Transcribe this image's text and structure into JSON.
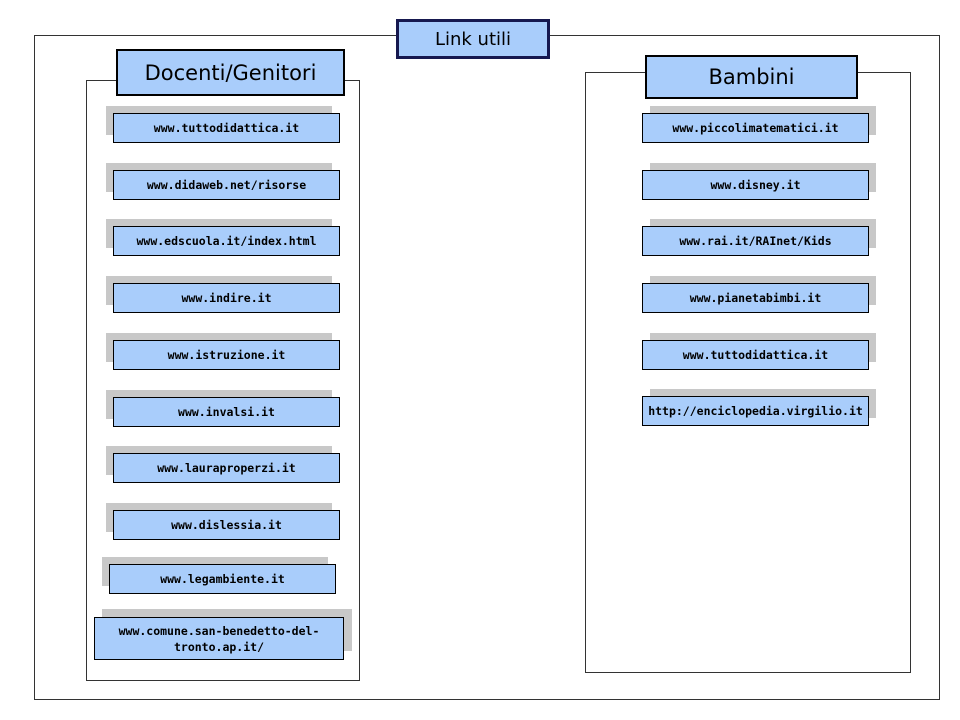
{
  "header": {
    "title": "Link utili"
  },
  "sections": [
    {
      "title": "Docenti/Genitori",
      "links": [
        "www.tuttodidattica.it",
        "www.didaweb.net/risorse",
        "www.edscuola.it/index.html",
        "www.indire.it",
        "www.istruzione.it",
        "www.invalsi.it",
        "www.lauraproperzi.it",
        "www.dislessia.it",
        "www.legambiente.it",
        "www.comune.san-benedetto-del-tronto.ap.it/"
      ]
    },
    {
      "title": "Bambini",
      "links": [
        "www.piccolimatematici.it",
        "www.disney.it",
        "www.rai.it/RAInet/Kids",
        "www.pianetabimbi.it",
        "www.tuttodidattica.it",
        "http://enciclopedia.virgilio.it"
      ]
    }
  ],
  "colors": {
    "button_fill": "#a9cdfb",
    "shadow": "#c8c8c8"
  }
}
